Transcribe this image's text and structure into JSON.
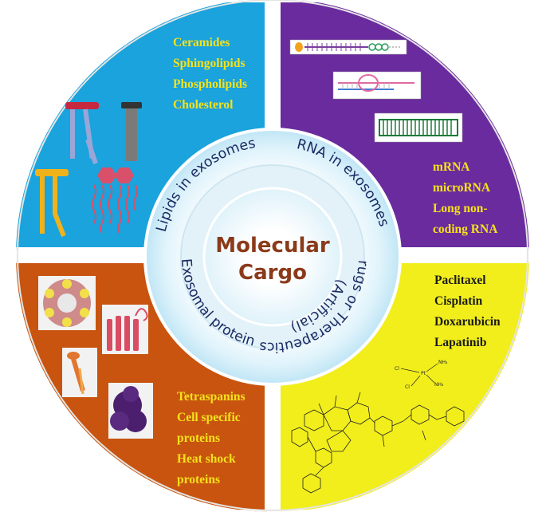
{
  "center": {
    "line1": "Molecular",
    "line2": "Cargo"
  },
  "ring_labels": {
    "lipids": "Lipids in exosomes",
    "rna": "RNA in exosomes",
    "drugs": "Drugs or Therapeutics",
    "drugs_paren": "(Artificial)",
    "protein": "Exosomal protein"
  },
  "quadrants": {
    "lipids": {
      "color": "#1aa3dc",
      "items": [
        "Ceramides",
        "Sphingolipids",
        "Phospholipids",
        "Cholesterol"
      ]
    },
    "rna": {
      "color": "#6a2b9e",
      "items": [
        "mRNA",
        "microRNA",
        "Long non-",
        "coding RNA"
      ]
    },
    "protein": {
      "color": "#c8540f",
      "items": [
        "Tetraspanins",
        "Cell specific",
        "proteins",
        "Heat shock",
        "proteins"
      ]
    },
    "drugs": {
      "color": "#f2ee1c",
      "items": [
        "Paclitaxel",
        "Cisplatin",
        "Doxarubicin",
        "Lapatinib"
      ]
    }
  },
  "text_colors": {
    "light": "#f6e21a",
    "dark": "#1a1a1a"
  },
  "chem": {
    "cl1": "Cl",
    "cl2": "Cl",
    "pt": "Pt",
    "nh3a": "NH₃",
    "nh3b": "NH₃"
  }
}
